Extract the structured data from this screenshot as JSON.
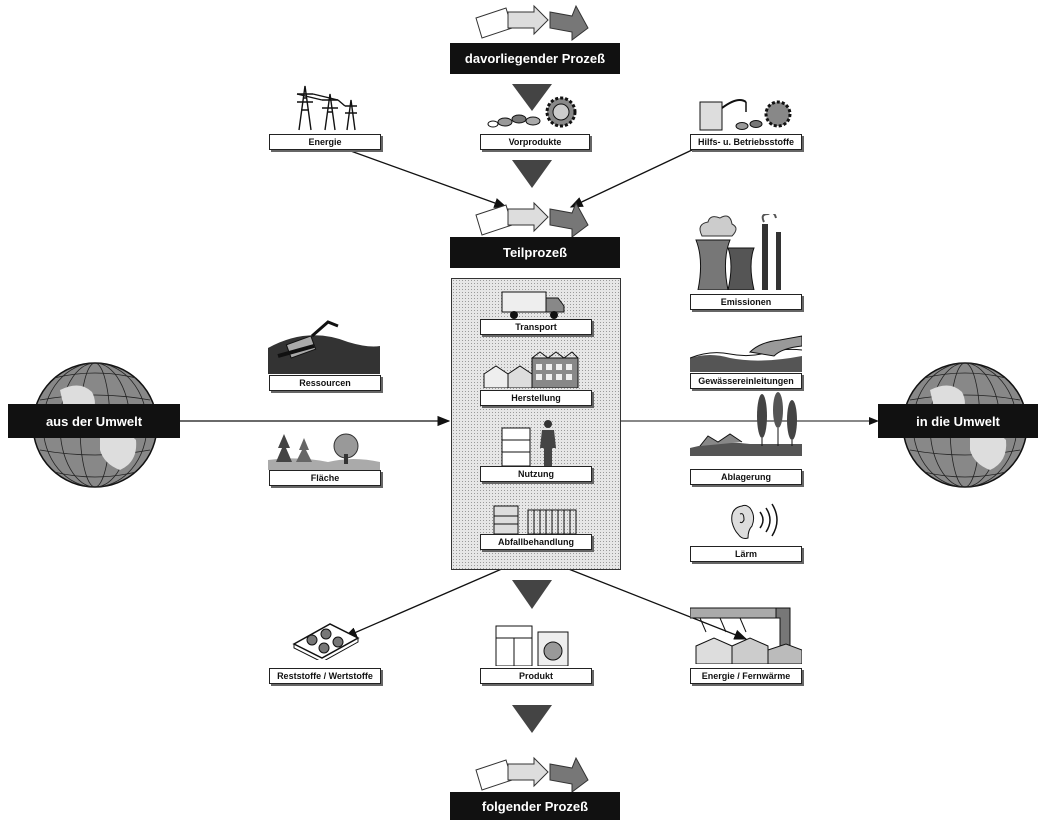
{
  "process": {
    "previous": "davorliegender Prozeß",
    "current": "Teilprozeß",
    "next": "folgender Prozeß"
  },
  "inputs": {
    "energy": "Energie",
    "preproducts": "Vorprodukte",
    "auxiliaries": "Hilfs- u. Betriebsstoffe",
    "resources": "Ressourcen",
    "area": "Fläche"
  },
  "stages": {
    "transport": "Transport",
    "manufacturing": "Herstellung",
    "use": "Nutzung",
    "waste": "Abfallbehandlung"
  },
  "outputs": {
    "emissions": "Emissionen",
    "water": "Gewässereinleitungen",
    "deposit": "Ablagerung",
    "noise": "Lärm",
    "residues": "Reststoffe / Wertstoffe",
    "product": "Produkt",
    "heat": "Energie / Fernwärme"
  },
  "environment": {
    "from": "aus der Umwelt",
    "to": "in die Umwelt"
  }
}
